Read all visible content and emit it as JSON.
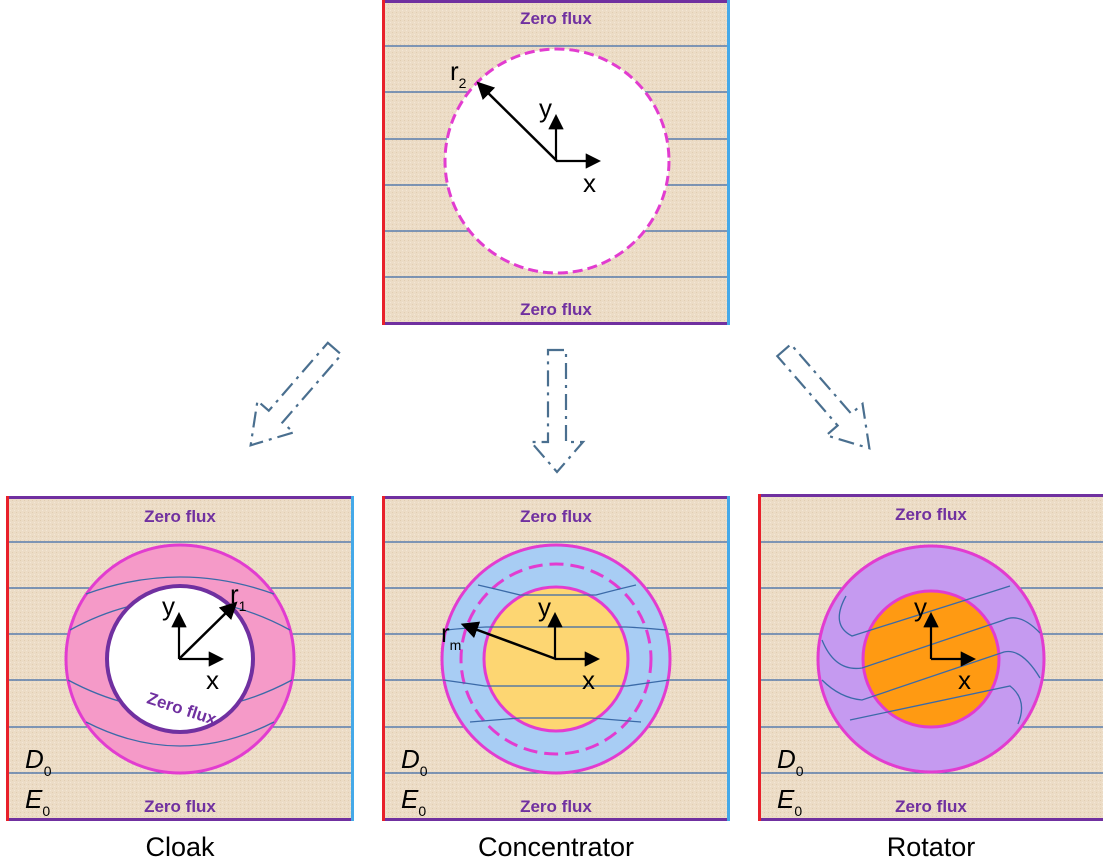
{
  "labels": {
    "zero_flux": "Zero flux",
    "x": "x",
    "y": "y",
    "r": "r",
    "r2_sub": "2",
    "r1_sub": "1",
    "rm_sub": "m",
    "D": "D",
    "E": "E",
    "sub0": "0"
  },
  "captions": {
    "cloak": "Cloak",
    "concentrator": "Concentrator",
    "rotator": "Rotator"
  },
  "colors": {
    "background": "#ecdcc6",
    "field_lines": "#3b6aa8",
    "left_boundary": "#e8202a",
    "right_boundary": "#45a9e8",
    "top_bottom_boundary": "#7030a0",
    "circle_dashed": "#e23cd0",
    "cloak_shell": "#f59ac8",
    "concentrator_shell": "#a8cdf4",
    "concentrator_core": "#fdd672",
    "rotator_shell": "#c59af0",
    "rotator_core": "#ff9a12",
    "arrows": "#4a6f8f"
  }
}
